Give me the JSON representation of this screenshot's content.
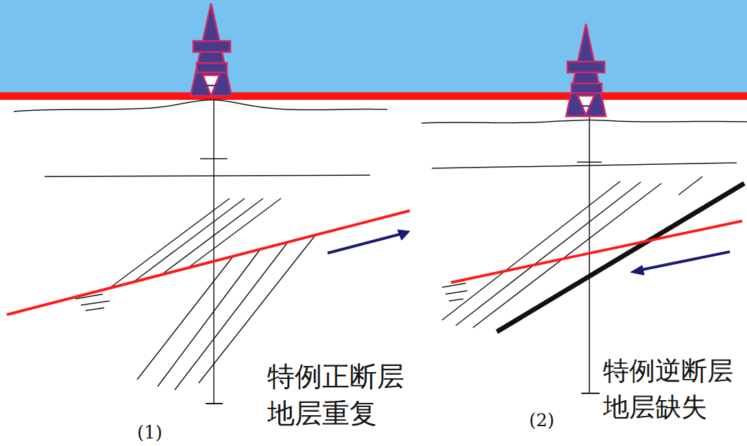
{
  "diagram": {
    "labels": [
      "特例正断层",
      "地层重复",
      "(1)",
      "特例逆断层",
      "地层缺失",
      "(2)"
    ]
  }
}
